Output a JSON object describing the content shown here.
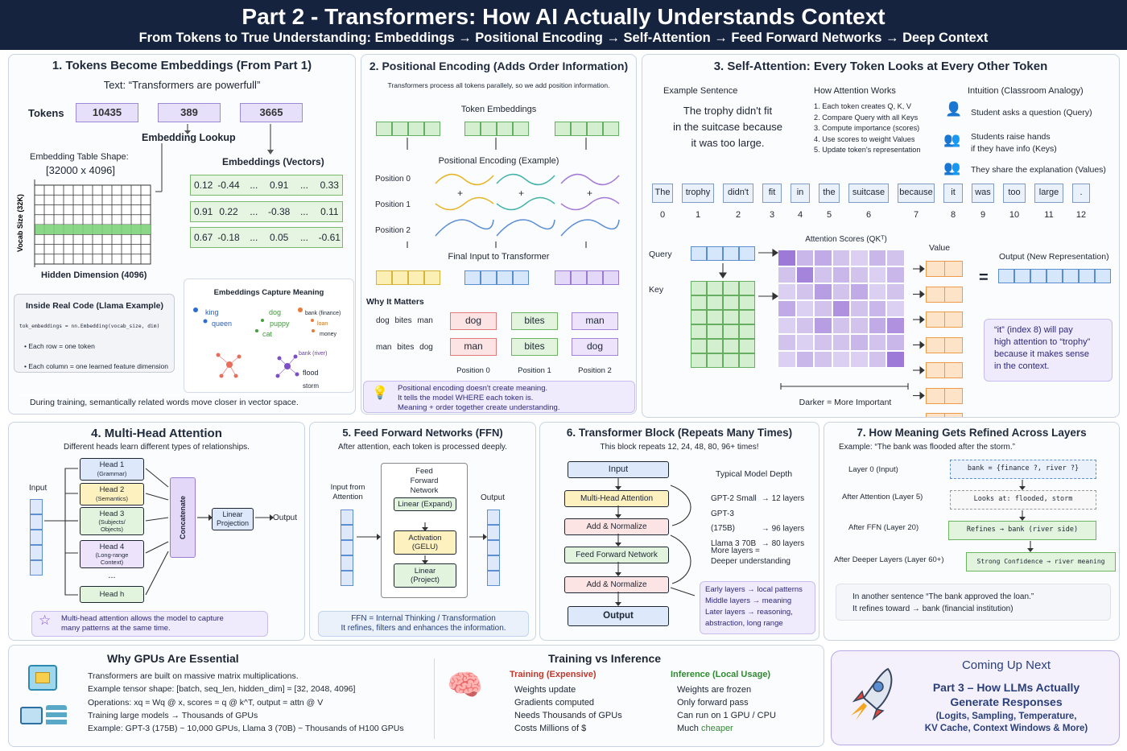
{
  "header": {
    "title": "Part 2 - Transformers: How AI Actually Understands Context",
    "subtitle": "From Tokens to True Understanding: Embeddings → Positional Encoding → Self-Attention → Feed Forward Networks → Deep Context"
  },
  "p1": {
    "title": "1. Tokens Become Embeddings (From Part 1)",
    "text": "Text: “Transformers are powerfull”",
    "tokens_label": "Tokens",
    "tokens": [
      "10435",
      "389",
      "3665"
    ],
    "lookup": "Embedding Lookup",
    "table_shape_label": "Embedding Table Shape:",
    "table_shape": "[32000 x 4096]",
    "vocab_label": "Vocab Size (32K)",
    "hidden_label": "Hidden Dimension (4096)",
    "vectors_label": "Embeddings (Vectors)",
    "vectors": [
      [
        "0.12",
        "-0.44",
        "...",
        "0.91",
        "...",
        "0.33"
      ],
      [
        "0.91",
        "0.22",
        "...",
        "-0.38",
        "...",
        "0.11"
      ],
      [
        "0.67",
        "-0.18",
        "...",
        "0.05",
        "...",
        "-0.61"
      ]
    ],
    "code_title": "Inside Real Code (Llama Example)",
    "code": "tok_embeddings = nn.Embedding(vocab_size, dim)",
    "bullet1": "Each row = one token",
    "bullet2": "Each column = one learned feature dimension",
    "meaning_title": "Embeddings Capture Meaning",
    "words": {
      "king": "king",
      "queen": "queen",
      "dog": "dog",
      "puppy": "puppy",
      "cat": "cat",
      "bank_fin": "bank (finance)",
      "loan": "loan",
      "money": "money",
      "bank_river": "bank (river)",
      "flood": "flood",
      "storm": "storm"
    },
    "footer": "During training, semantically related words move closer in vector space."
  },
  "p2": {
    "title": "2. Positional Encoding (Adds Order Information)",
    "intro": "Transformers process all tokens parallely, so we add position information.",
    "tok_emb": "Token Embeddings",
    "pe_label": "Positional Encoding (Example)",
    "pos": [
      "Position 0",
      "Position 1",
      "Position 2"
    ],
    "final": "Final Input to Transformer",
    "why": "Why It Matters",
    "row1_plain": "dog  bites  man",
    "row2_plain": "man  bites  dog",
    "row1": [
      "dog",
      "bites",
      "man"
    ],
    "row2": [
      "man",
      "bites",
      "dog"
    ],
    "positions": [
      "Position 0",
      "Position 1",
      "Position 2"
    ],
    "note": [
      "Positional encoding doesn't create meaning.",
      "It tells the model WHERE each token is.",
      "Meaning + order together create understanding."
    ]
  },
  "p3": {
    "title": "3. Self-Attention: Every Token Looks at Every Other Token",
    "ex_label": "Example Sentence",
    "sentence": [
      "The trophy didn't fit",
      "in the suitcase because",
      "it was too large."
    ],
    "how_label": "How Attention Works",
    "how": [
      "1.  Each token creates Q, K, V",
      "2.  Compare Query with all Keys",
      "3.  Compute importance (scores)",
      "4.  Use scores to weight Values",
      "5.  Update token's representation"
    ],
    "intuition_label": "Intuition (Classroom Analogy)",
    "intuition": [
      "Student asks a question (Query)",
      "Students raise hands",
      "if they have info (Keys)",
      "They share the explanation (Values)"
    ],
    "tokens": [
      "The",
      "trophy",
      "didn't",
      "fit",
      "in",
      "the",
      "suitcase",
      "because",
      "it",
      "was",
      "too",
      "large",
      "."
    ],
    "indices": [
      "0",
      "1",
      "2",
      "3",
      "4",
      "5",
      "6",
      "7",
      "8",
      "9",
      "10",
      "11",
      "12"
    ],
    "query": "Query",
    "key": "Key",
    "scores_label": "Attention Scores (QKᵀ)",
    "value": "Value",
    "output_label": "Output (New Representation)",
    "eq": "=",
    "note": [
      "“it” (index 8) will pay",
      "high attention to “trophy”",
      "because it makes sense",
      "in the context."
    ],
    "darker": "Darker = More Important",
    "heat": [
      [
        0.9,
        0.4,
        0.5,
        0.3,
        0.2,
        0.4,
        0.3
      ],
      [
        0.3,
        0.8,
        0.3,
        0.4,
        0.3,
        0.2,
        0.4
      ],
      [
        0.2,
        0.3,
        0.6,
        0.3,
        0.5,
        0.2,
        0.3
      ],
      [
        0.5,
        0.2,
        0.3,
        0.7,
        0.3,
        0.4,
        0.2
      ],
      [
        0.2,
        0.3,
        0.6,
        0.3,
        0.3,
        0.5,
        0.7
      ],
      [
        0.3,
        0.2,
        0.3,
        0.3,
        0.4,
        0.3,
        0.4
      ],
      [
        0.2,
        0.4,
        0.3,
        0.2,
        0.2,
        0.3,
        0.9
      ]
    ]
  },
  "p4": {
    "title": "4. Multi-Head Attention",
    "sub": "Different heads learn different types of relationships.",
    "input": "Input",
    "heads": [
      {
        "n": "Head 1",
        "d": "(Grammar)"
      },
      {
        "n": "Head 2",
        "d": "(Semantics)"
      },
      {
        "n": "Head 3",
        "d": "(Subjects/ Objects)"
      },
      {
        "n": "Head 4",
        "d": "(Long-range Context)"
      }
    ],
    "dots": "...",
    "headh": "Head h",
    "concat": "Concatenate",
    "linear": "Linear Projection",
    "output": "Output",
    "note": [
      "Multi-head attention allows the model to capture",
      "many patterns at the same time."
    ]
  },
  "p5": {
    "title": "5. Feed Forward Networks (FFN)",
    "sub": "After attention, each token is processed deeply.",
    "input": "Input from Attention",
    "ffn": "Feed Forward Network",
    "l1": "Linear (Expand)",
    "act": "Activation (GELU)",
    "l2": "Linear (Project)",
    "output": "Output",
    "note": [
      "FFN = Internal Thinking / Transformation",
      "It refines, filters and enhances the information."
    ]
  },
  "p6": {
    "title": "6. Transformer Block (Repeats Many Times)",
    "sub": "This block repeats 12, 24, 48, 80, 96+ times!",
    "blocks": [
      "Input",
      "Multi-Head Attention",
      "Add & Normalize",
      "Feed Forward Network",
      "Add & Normalize",
      "Output"
    ],
    "depth_label": "Typical Model Depth",
    "depth": [
      [
        "GPT-2 Small",
        "→",
        "12 layers"
      ],
      [
        "GPT-3 (175B)",
        "→",
        "96 layers"
      ],
      [
        "Llama 3 70B",
        "→",
        "80 layers"
      ]
    ],
    "more": [
      "More layers =",
      "Deeper understanding"
    ],
    "layers": [
      "Early layers → local patterns",
      "Middle layers → meaning",
      "Later layers → reasoning,",
      "abstraction, long range"
    ]
  },
  "p7": {
    "title": "7. How Meaning Gets Refined Across Layers",
    "example": "Example: “The bank was flooded after the storm.”",
    "rows": [
      {
        "l": "Layer 0 (Input)",
        "v": "bank = {finance ?, river ?}"
      },
      {
        "l": "After Attention (Layer 5)",
        "v": "Looks at: flooded, storm"
      },
      {
        "l": "After FFN (Layer 20)",
        "v": "Refines → bank (river side)"
      },
      {
        "l": "After Deeper Layers (Layer 60+)",
        "v": "Strong Confidence → river meaning"
      }
    ],
    "note": [
      "In another sentence “The bank approved the loan.”",
      "It refines toward → bank (financial institution)"
    ]
  },
  "p8": {
    "title": "Why GPUs Are Essential",
    "lines": [
      "Transformers are built on massive matrix multiplications.",
      "Example tensor shape: [batch, seq_len, hidden_dim] = [32, 2048, 4096]",
      "Operations: xq = Wq @ x, scores = q @ k^T, output = attn @ V",
      "Training large models → Thousands of  GPUs",
      "Example: GPT-3 (175B) ~ 10,000 GPUs, Llama 3 (70B) ~ Thousands of H100 GPUs"
    ]
  },
  "p9": {
    "title": "Training vs Inference",
    "train_label": "Training (Expensive)",
    "train": [
      "Weights update",
      "Gradients computed",
      "Needs Thousands of GPUs",
      "Costs Millions of $"
    ],
    "inf_label": "Inference (Local Usage)",
    "inf": [
      "Weights are frozen",
      "Only forward pass",
      "Can run on 1 GPU / CPU",
      "Much"
    ],
    "inf_cheaper": "cheaper"
  },
  "p10": {
    "title": "Coming Up Next",
    "line1": "Part 3 – How LLMs Actually",
    "line2": "Generate Responses",
    "line3": "(Logits, Sampling, Temperature,",
    "line4": "KV Cache, Context Windows & More)"
  },
  "colors": {
    "header": "#15233f",
    "purple": "#9d8ad6",
    "green": "#66ae62",
    "blue": "#5b8ed1",
    "orange": "#ee9a4b",
    "yellow": "#d6b43c",
    "heat": "#8a5fd0"
  }
}
